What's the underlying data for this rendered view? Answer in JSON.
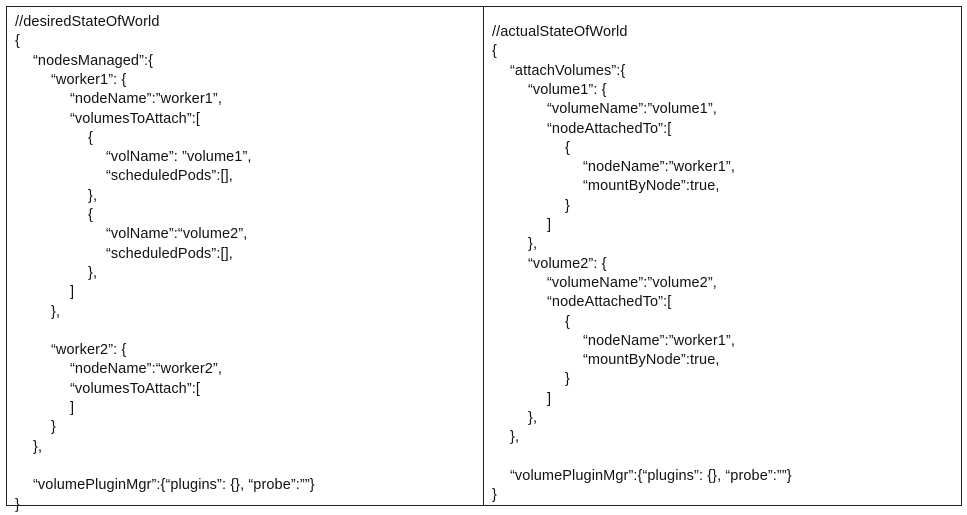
{
  "left_panel": {
    "lines": [
      {
        "text": "//desiredStateOfWorld",
        "indent": 0
      },
      {
        "text": "{",
        "indent": 0
      },
      {
        "text": "“nodesManaged”:{",
        "indent": 1
      },
      {
        "text": "“worker1”: {",
        "indent": 2
      },
      {
        "text": "“nodeName”:”worker1”,",
        "indent": 3
      },
      {
        "text": "“volumesToAttach”:[",
        "indent": 3
      },
      {
        "text": "{",
        "indent": 4
      },
      {
        "text": "“volName”: ”volume1”,",
        "indent": 5
      },
      {
        "text": "“scheduledPods”:[],",
        "indent": 5
      },
      {
        "text": "},",
        "indent": 4
      },
      {
        "text": "{",
        "indent": 4
      },
      {
        "text": "“volName”:“volume2”,",
        "indent": 5
      },
      {
        "text": "“scheduledPods”:[],",
        "indent": 5
      },
      {
        "text": "},",
        "indent": 4
      },
      {
        "text": "]",
        "indent": 3
      },
      {
        "text": "},",
        "indent": 2
      },
      {
        "text": "",
        "indent": 0
      },
      {
        "text": "“worker2”: {",
        "indent": 2
      },
      {
        "text": "“nodeName”:“worker2”,",
        "indent": 3
      },
      {
        "text": "“volumesToAttach”:[",
        "indent": 3
      },
      {
        "text": "]",
        "indent": 3
      },
      {
        "text": "}",
        "indent": 2
      },
      {
        "text": "},",
        "indent": 1
      },
      {
        "text": "",
        "indent": 0
      },
      {
        "text": "“volumePluginMgr”:{“plugins”: {}, “probe”:””}",
        "indent": 1
      },
      {
        "text": "}",
        "indent": 0
      }
    ]
  },
  "right_panel": {
    "lines": [
      {
        "text": "//actualStateOfWorld",
        "indent": 0
      },
      {
        "text": "{",
        "indent": 0
      },
      {
        "text": "“attachVolumes”:{",
        "indent": 1
      },
      {
        "text": "“volume1”: {",
        "indent": 2
      },
      {
        "text": "“volumeName”:”volume1”,",
        "indent": 3
      },
      {
        "text": "“nodeAttachedTo”:[",
        "indent": 3
      },
      {
        "text": "{",
        "indent": 4
      },
      {
        "text": "“nodeName”:”worker1”,",
        "indent": 5
      },
      {
        "text": "“mountByNode”:true,",
        "indent": 5
      },
      {
        "text": "}",
        "indent": 4
      },
      {
        "text": "]",
        "indent": 3
      },
      {
        "text": "},",
        "indent": 2
      },
      {
        "text": "“volume2”: {",
        "indent": 2
      },
      {
        "text": "“volumeName”:”volume2”,",
        "indent": 3
      },
      {
        "text": "“nodeAttachedTo”:[",
        "indent": 3
      },
      {
        "text": "{",
        "indent": 4
      },
      {
        "text": "“nodeName”:”worker1”,",
        "indent": 5
      },
      {
        "text": "“mountByNode”:true,",
        "indent": 5
      },
      {
        "text": "}",
        "indent": 4
      },
      {
        "text": "]",
        "indent": 3
      },
      {
        "text": "},",
        "indent": 2
      },
      {
        "text": "},",
        "indent": 1
      },
      {
        "text": "",
        "indent": 0
      },
      {
        "text": "“volumePluginMgr”:{“plugins”: {}, “probe”:””}",
        "indent": 1
      },
      {
        "text": "}",
        "indent": 0
      }
    ]
  }
}
